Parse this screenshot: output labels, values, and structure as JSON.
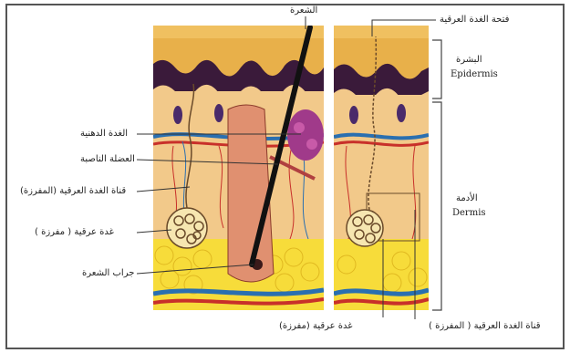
{
  "labels": {
    "hair": "الشعرة",
    "sweat_pore": "فتحة الغدة العرقية",
    "epidermis_ar": "البشرة",
    "epidermis_en": "Epidermis",
    "sebaceous_gland": "الغدة الدهنية",
    "erector_muscle": "العضلة الناصبة",
    "sweat_duct": "قناة الغدة العرقية (المفرزة)",
    "sweat_gland_left": "غدة عرقية ( مفرزة )",
    "follicle": "جراب الشعرة",
    "dermis_ar": "الأدمة",
    "dermis_en": "Dermis",
    "sweat_gland_bottom": "غدة عرقية (مفرزة)",
    "sweat_duct_bottom": "قناة الغدة العرقية ( المفرزة )"
  },
  "colors": {
    "epidermis": "#e8b04a",
    "epidermis_dark": "#3a1a3a",
    "dermis": "#f2c98a",
    "fat": "#f7dc3a",
    "vein_blue": "#2a6fb0",
    "artery_red": "#c8302a",
    "gland_purple": "#a03a8a",
    "hair": "#111111"
  }
}
